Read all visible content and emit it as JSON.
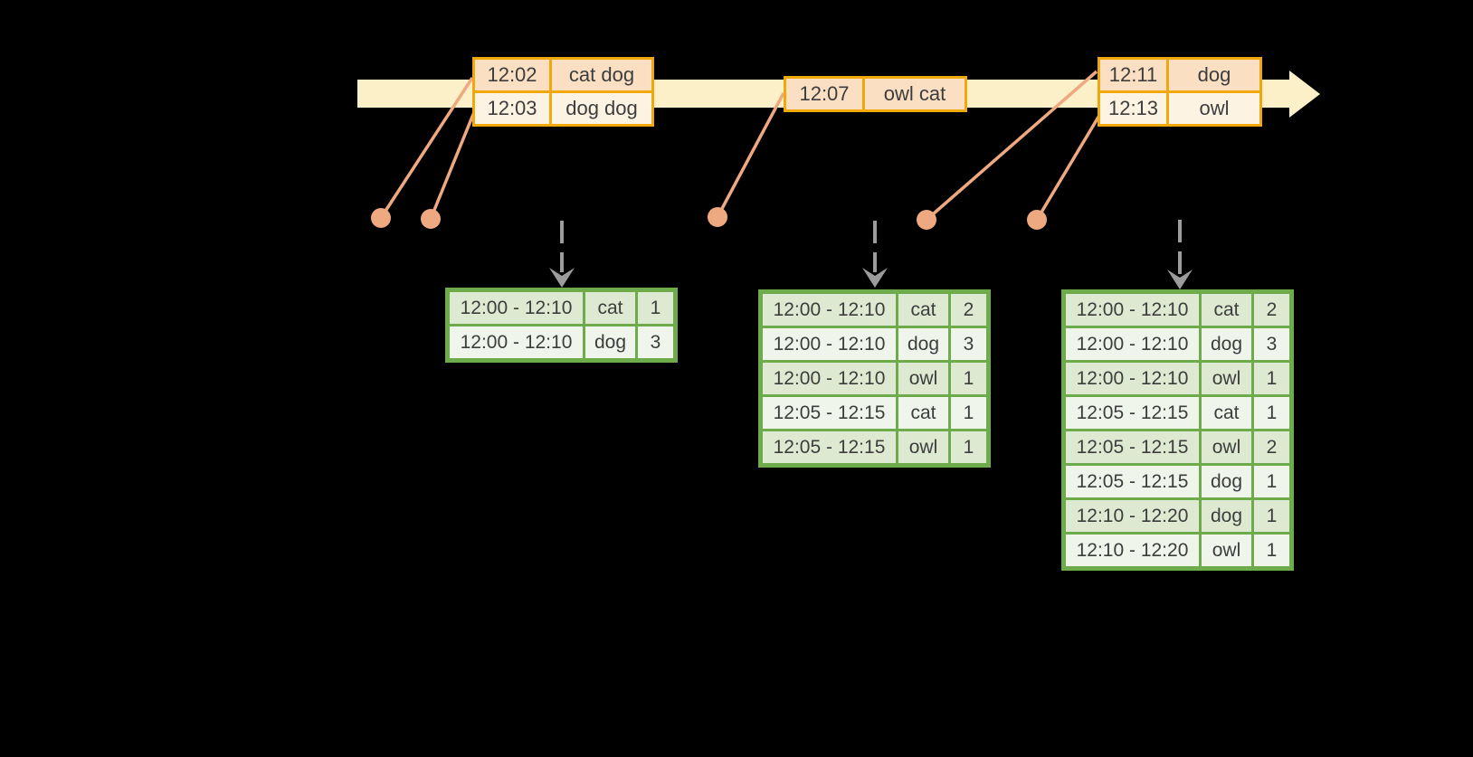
{
  "colors": {
    "background": "#000000",
    "gold": "#F0A80A",
    "peach_dark": "#FADFC2",
    "peach_light": "#FDF3E3",
    "band": "#FBF0C8",
    "salmon": "#EFA980",
    "green": "#6EAC4B",
    "green_dark": "#DDEAD1",
    "green_light": "#EFF5EB",
    "gray": "#9C9C9C",
    "text": "#3D3D3D"
  },
  "icons": {
    "timeline_arrow_head": "right-arrowhead",
    "trigger_arrow": "dashed-down-arrow",
    "event_dot": "circle-marker"
  },
  "input_tables": [
    {
      "rows": [
        [
          "12:02",
          "cat dog"
        ],
        [
          "12:03",
          "dog dog"
        ]
      ]
    },
    {
      "rows": [
        [
          "12:07",
          "owl cat"
        ]
      ]
    },
    {
      "rows": [
        [
          "12:11",
          "dog"
        ],
        [
          "12:13",
          "owl"
        ]
      ]
    }
  ],
  "result_tables": [
    {
      "rows": [
        [
          "12:00 - 12:10",
          "cat",
          "1"
        ],
        [
          "12:00 - 12:10",
          "dog",
          "3"
        ]
      ]
    },
    {
      "rows": [
        [
          "12:00 - 12:10",
          "cat",
          "2"
        ],
        [
          "12:00 - 12:10",
          "dog",
          "3"
        ],
        [
          "12:00 - 12:10",
          "owl",
          "1"
        ],
        [
          "12:05 - 12:15",
          "cat",
          "1"
        ],
        [
          "12:05 - 12:15",
          "owl",
          "1"
        ]
      ]
    },
    {
      "rows": [
        [
          "12:00 - 12:10",
          "cat",
          "2"
        ],
        [
          "12:00 - 12:10",
          "dog",
          "3"
        ],
        [
          "12:00 - 12:10",
          "owl",
          "1"
        ],
        [
          "12:05 - 12:15",
          "cat",
          "1"
        ],
        [
          "12:05 - 12:15",
          "owl",
          "2"
        ],
        [
          "12:05 - 12:15",
          "dog",
          "1"
        ],
        [
          "12:10 - 12:20",
          "dog",
          "1"
        ],
        [
          "12:10 - 12:20",
          "owl",
          "1"
        ]
      ]
    }
  ]
}
